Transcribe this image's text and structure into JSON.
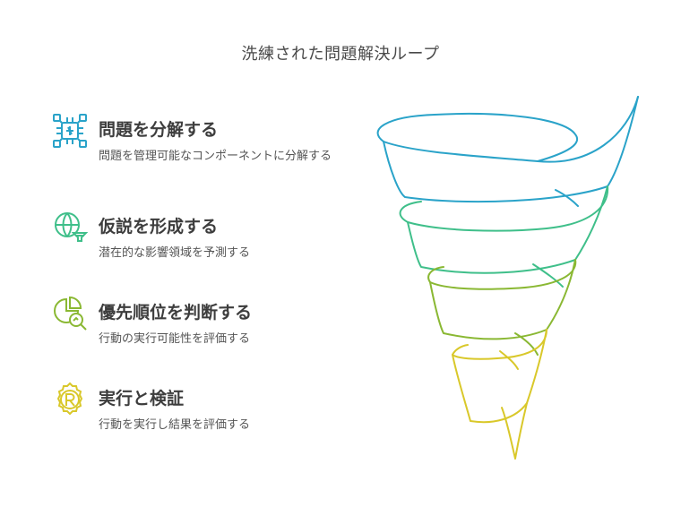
{
  "title": "洗練された問題解決ループ",
  "steps": [
    {
      "heading": "問題を分解する",
      "description": "問題を管理可能なコンポーネントに分解する",
      "icon": "circuit-chip-icon",
      "color": "#2aa3c9"
    },
    {
      "heading": "仮説を形成する",
      "description": "潜在的な影響領域を予測する",
      "icon": "globe-funnel-icon",
      "color": "#3fbf8a"
    },
    {
      "heading": "優先順位を判断する",
      "description": "行動の実行可能性を評価する",
      "icon": "pie-magnifier-icon",
      "color": "#8ab833"
    },
    {
      "heading": "実行と検証",
      "description": "行動を実行し結果を評価する",
      "icon": "gear-badge-icon",
      "color": "#d9c82a"
    }
  ]
}
